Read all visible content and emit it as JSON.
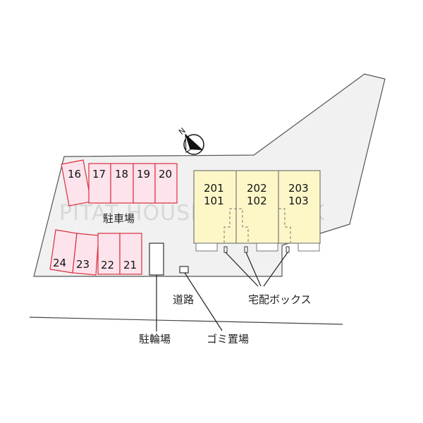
{
  "watermark": "PITAT HOUSE NETWORK",
  "compass": {
    "north_label": "N",
    "icon": "north-arrow-icon"
  },
  "parking": {
    "label": "駐車場",
    "slots": [
      "16",
      "17",
      "18",
      "19",
      "20",
      "24",
      "23",
      "22",
      "21"
    ]
  },
  "building": {
    "units": [
      {
        "upper": "201",
        "lower": "101"
      },
      {
        "upper": "202",
        "lower": "102"
      },
      {
        "upper": "203",
        "lower": "103"
      }
    ]
  },
  "labels": {
    "road": "道路",
    "delivery_box": "宅配ボックス",
    "bicycle_parking": "駐輪場",
    "garbage": "ゴミ置場"
  },
  "colors": {
    "lot": "#f1f1f1",
    "lot_stroke": "#555555",
    "parking_fill": "#fde3ec",
    "parking_stroke": "#d9303f",
    "building_fill": "#fdf7c8",
    "building_stroke": "#777777"
  }
}
